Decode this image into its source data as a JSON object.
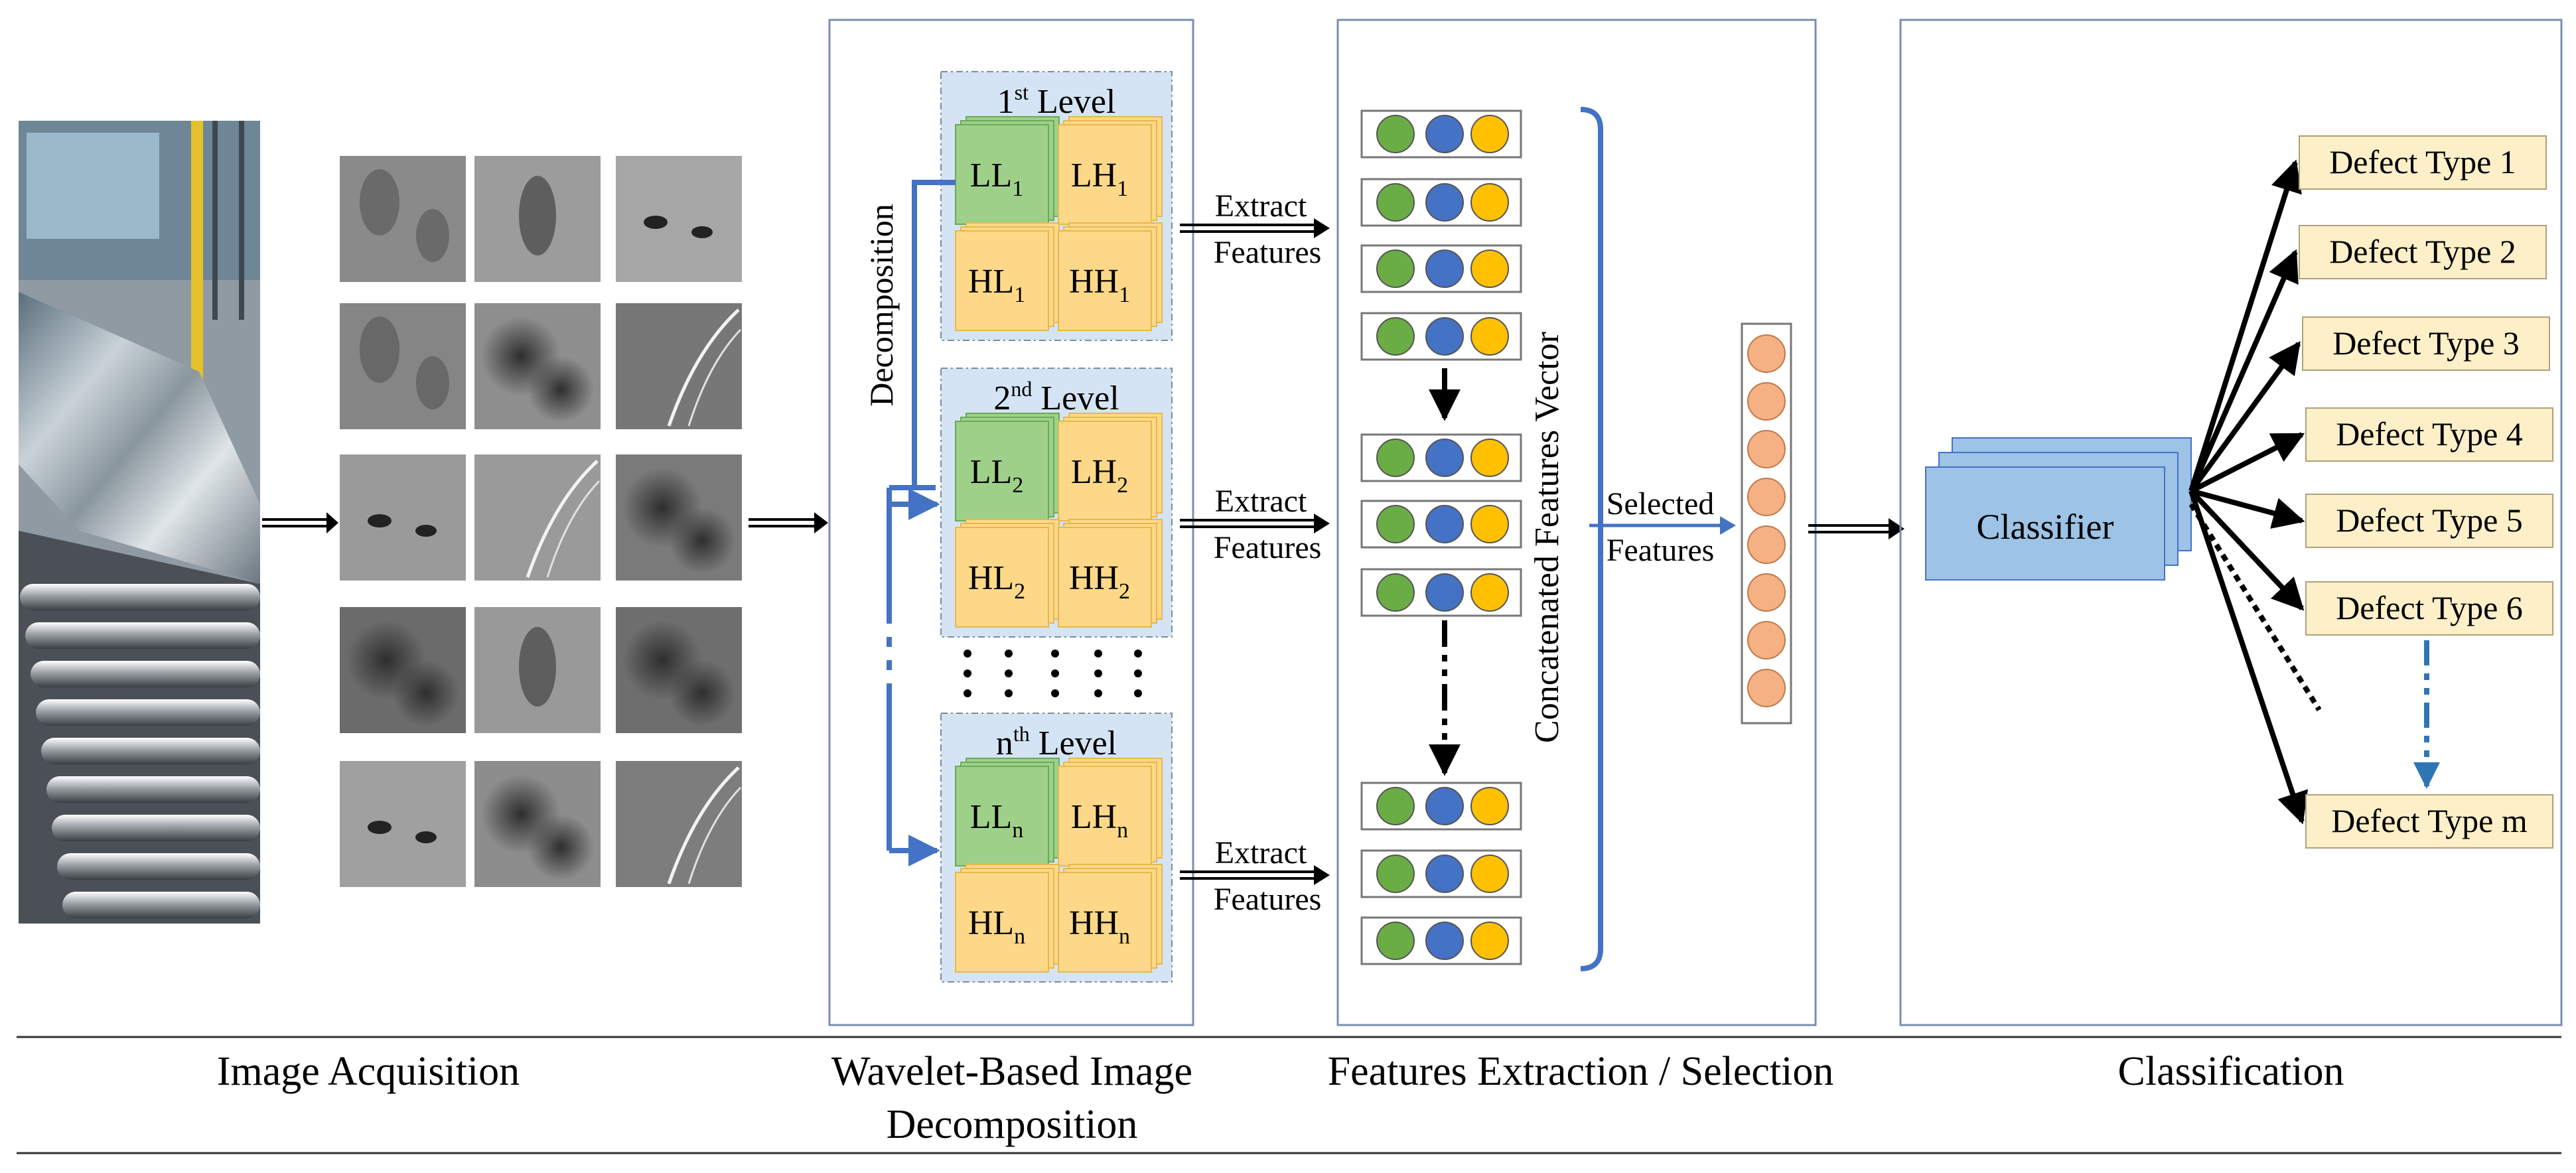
{
  "stages": {
    "acquisition": "Image Acquisition",
    "wavelet_line1": "Wavelet-Based Image",
    "wavelet_line2": "Decomposition",
    "features": "Features Extraction / Selection",
    "classification": "Classification"
  },
  "wavelet": {
    "decomposition_label": "Decomposition",
    "levels": [
      {
        "num": "1",
        "sup": "st",
        "word": "Level",
        "sub": "1"
      },
      {
        "num": "2",
        "sup": "nd",
        "word": "Level",
        "sub": "2"
      },
      {
        "num": "n",
        "sup": "th",
        "word": "Level",
        "sub": "n"
      }
    ],
    "bands": [
      "LL",
      "LH",
      "HL",
      "HH"
    ]
  },
  "extract": {
    "line1": "Extract",
    "line2": "Features"
  },
  "concat_label": "Concatenated Features Vector",
  "selected": {
    "line1": "Selected",
    "line2": "Features"
  },
  "classifier_label": "Classifier",
  "defects": [
    "Defect Type 1",
    "Defect Type 2",
    "Defect Type 3",
    "Defect Type 4",
    "Defect Type 5",
    "Defect Type 6",
    "Defect Type m"
  ],
  "colors": {
    "level_bg": "#d4e4f4",
    "ll_green": "#9fd08a",
    "band_yellow": "#fdd888",
    "circle_green": "#6aad45",
    "circle_blue": "#4472c4",
    "circle_yellow": "#ffc000",
    "circle_orange": "#f4b183",
    "defect_fill": "#fdefc8",
    "classifier_fill": "#9dc3e6",
    "accent_blue": "#4472c4",
    "arrow_blue": "#2e75b6",
    "panel_border": "#7a8fb0"
  }
}
